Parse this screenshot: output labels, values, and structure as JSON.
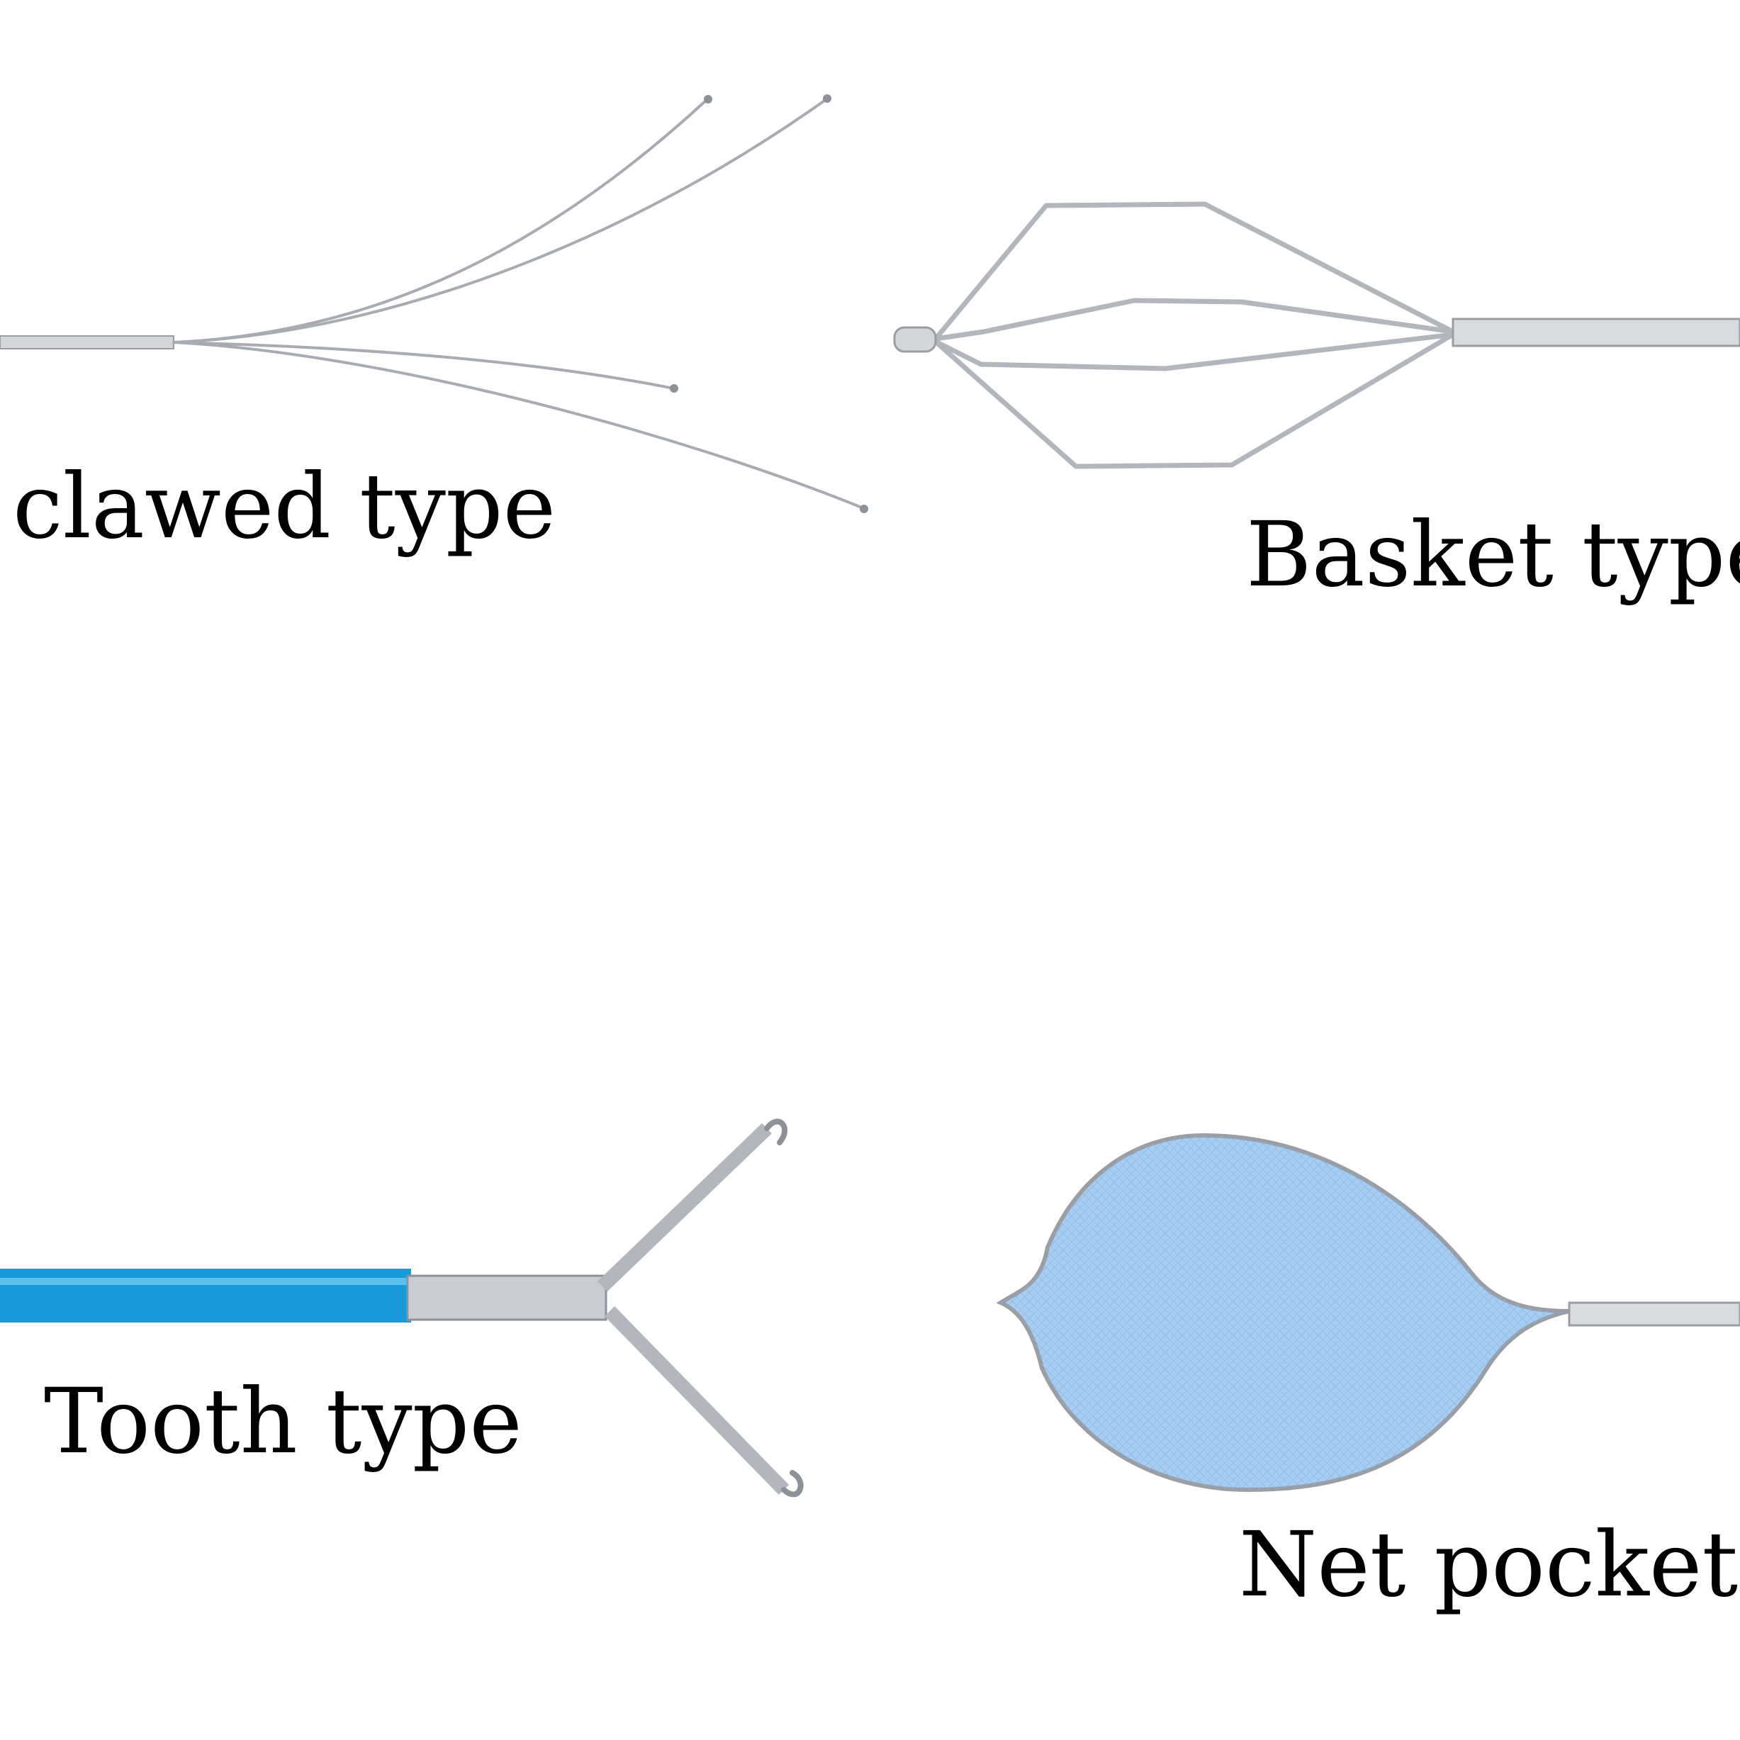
{
  "labels": {
    "clawed": "clawed type",
    "basket": "Basket type",
    "tooth": "Tooth type",
    "net": "Net pocket"
  },
  "colors": {
    "background": "#ffffff",
    "text": "#000000",
    "metal": "#b9bcc2",
    "metal_dark": "#8e9298",
    "sheath_blue": "#1a9ad9",
    "net_blue": "#a9cdf0"
  }
}
